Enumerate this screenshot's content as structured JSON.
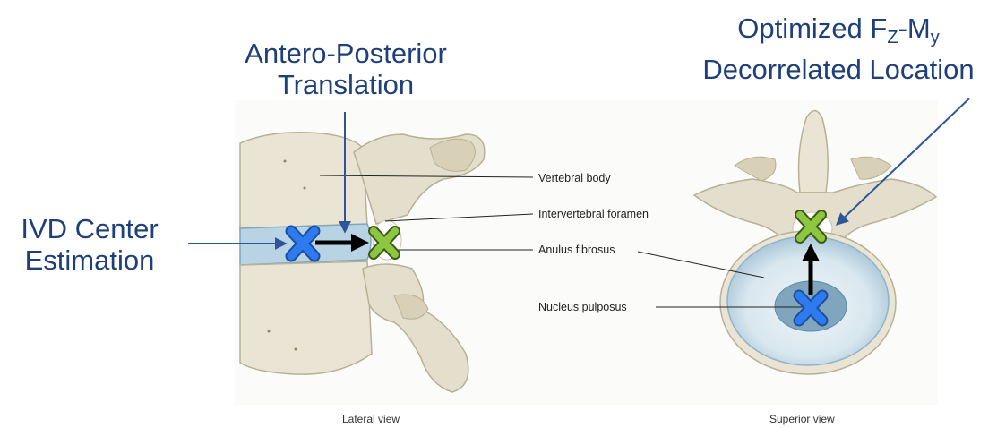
{
  "annotations": {
    "antero_posterior_line1": "Antero-Posterior",
    "antero_posterior_line2": "Translation",
    "ivd_center_line1": "IVD Center",
    "ivd_center_line2": "Estimation",
    "optimized_prefix": "Optimized F",
    "optimized_sub_z": "Z",
    "optimized_dash_m": "-M",
    "optimized_sub_y": "y",
    "decorrelated_line": "Decorrelated Location"
  },
  "anatomy_labels": {
    "vertebral_body": "Vertebral body",
    "intervertebral_foramen": "Intervertebral foramen",
    "anulus_fibrosus": "Anulus fibrosus",
    "nucleus_pulposus": "Nucleus pulposus"
  },
  "captions": {
    "lateral_view": "Lateral view",
    "superior_view": "Superior view"
  },
  "colors": {
    "annotation_text": "#1f3f78",
    "arrow_blue": "#2f5597",
    "marker_blue": "#2e7bf0",
    "marker_green": "#8dc63f",
    "bone": "#e9e4d3",
    "bone_shadow": "#d8d1b8",
    "disc": "#b8d3e3",
    "nucleus": "#7fa6bd"
  },
  "icons": {
    "ivd_center_marker": "blue-x-marker",
    "translated_marker": "green-x-marker"
  }
}
